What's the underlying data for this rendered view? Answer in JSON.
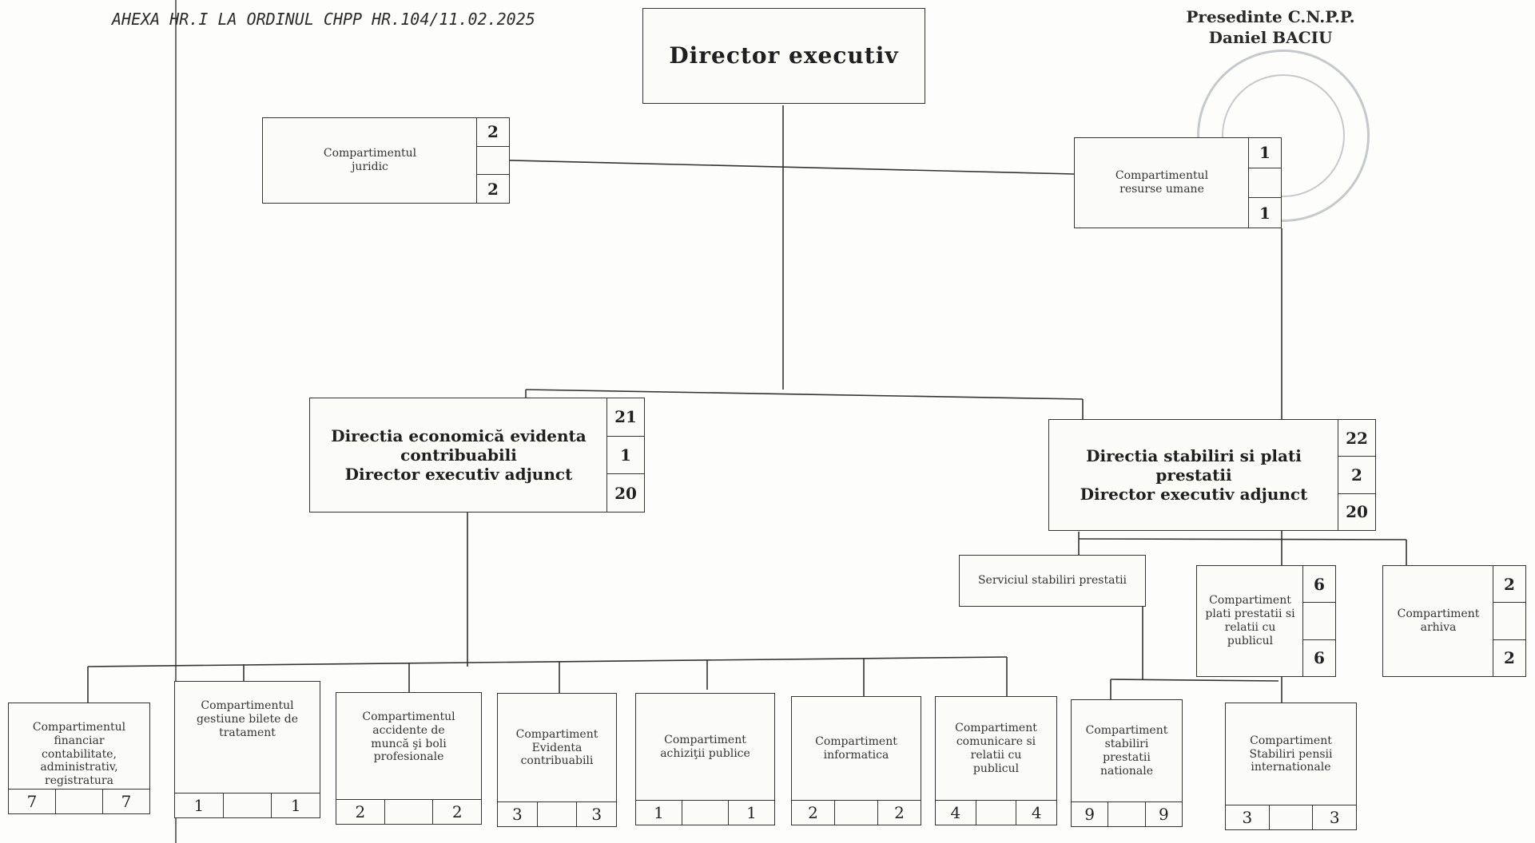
{
  "annex_note": "AHEXA HR.I LA ORDINUL CHPP HR.104/11.02.2025",
  "approval": {
    "title": "Presedinte C.N.P.P.",
    "name": "Daniel BACIU"
  },
  "director": "Director executiv",
  "units": [
    {
      "label": "Compartimentul\njuridic",
      "numbers": [
        "2",
        "",
        "2"
      ]
    },
    {
      "label": "Compartimentul\nresurse umane",
      "numbers": [
        "1",
        "",
        "1"
      ]
    },
    {
      "label": "Directia economică evidenta\ncontribuabili\nDirector executiv adjunct",
      "numbers": [
        "21",
        "1",
        "20"
      ]
    },
    {
      "label": "Directia stabiliri si plati\nprestatii\nDirector executiv adjunct",
      "numbers": [
        "22",
        "2",
        "20"
      ]
    },
    {
      "label": "Serviciul stabiliri prestatii",
      "numbers": []
    },
    {
      "label": "Compartiment\nplati prestatii si\nrelatii cu\npublicul",
      "numbers": [
        "6",
        "",
        "6"
      ]
    },
    {
      "label": "Compartiment\narhiva",
      "numbers": [
        "2",
        "",
        "2"
      ]
    },
    {
      "label": "Compartimentul\nfinanciar\ncontabilitate,\nadministrativ,\nregistratura",
      "numbers": [
        "7",
        "",
        "7"
      ]
    },
    {
      "label": "Compartimentul\ngestiune bilete de\ntratament",
      "numbers": [
        "1",
        "",
        "1"
      ]
    },
    {
      "label": "Compartimentul\naccidente de\nmuncă şi boli\nprofesionale",
      "numbers": [
        "2",
        "",
        "2"
      ]
    },
    {
      "label": "Compartiment\nEvidenta\ncontribuabili",
      "numbers": [
        "3",
        "",
        "3"
      ]
    },
    {
      "label": "Compartiment\nachiziţii publice",
      "numbers": [
        "1",
        "",
        "1"
      ]
    },
    {
      "label": "Compartiment\ninformatica",
      "numbers": [
        "2",
        "",
        "2"
      ]
    },
    {
      "label": "Compartiment\ncomunicare si\nrelatii cu\npublicul",
      "numbers": [
        "4",
        "",
        "4"
      ]
    },
    {
      "label": "Compartiment\nstabiliri\nprestatii\nnationale",
      "numbers": [
        "9",
        "",
        "9"
      ]
    },
    {
      "label": "Compartiment\nStabiliri pensii\ninternationale",
      "numbers": [
        "3",
        "",
        "3"
      ]
    }
  ]
}
